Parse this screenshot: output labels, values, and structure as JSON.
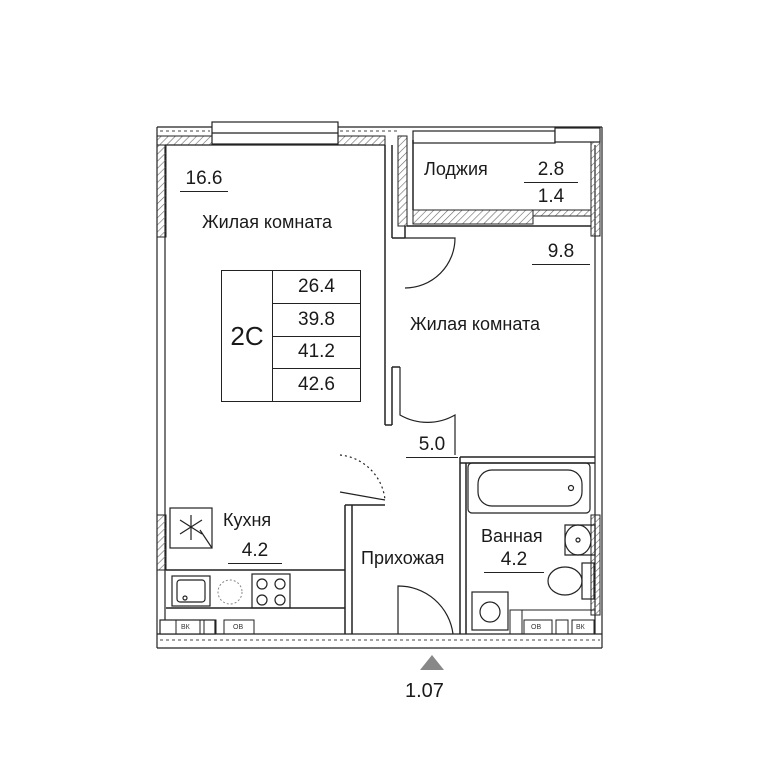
{
  "rooms": {
    "living_room_1": {
      "label": "Жилая комната",
      "area": "16.6"
    },
    "loggia": {
      "label": "Лоджия",
      "area": "2.8",
      "area_reduced": "1.4"
    },
    "living_room_2": {
      "label": "Жилая комната",
      "area": "9.8"
    },
    "hall": {
      "label": "Прихожая",
      "area": "5.0"
    },
    "kitchen": {
      "label": "Кухня",
      "area": "4.2"
    },
    "bathroom": {
      "label": "Ванная",
      "area": "4.2"
    }
  },
  "summary": {
    "type_code": "2С",
    "values": [
      "26.4",
      "39.8",
      "41.2",
      "42.6"
    ]
  },
  "ceiling_height": "1.07",
  "service_tags": {
    "vk": "ВК",
    "ov": "ОВ"
  },
  "colors": {
    "line": "#1a1a1a",
    "hatch": "#666666",
    "background": "#ffffff"
  }
}
